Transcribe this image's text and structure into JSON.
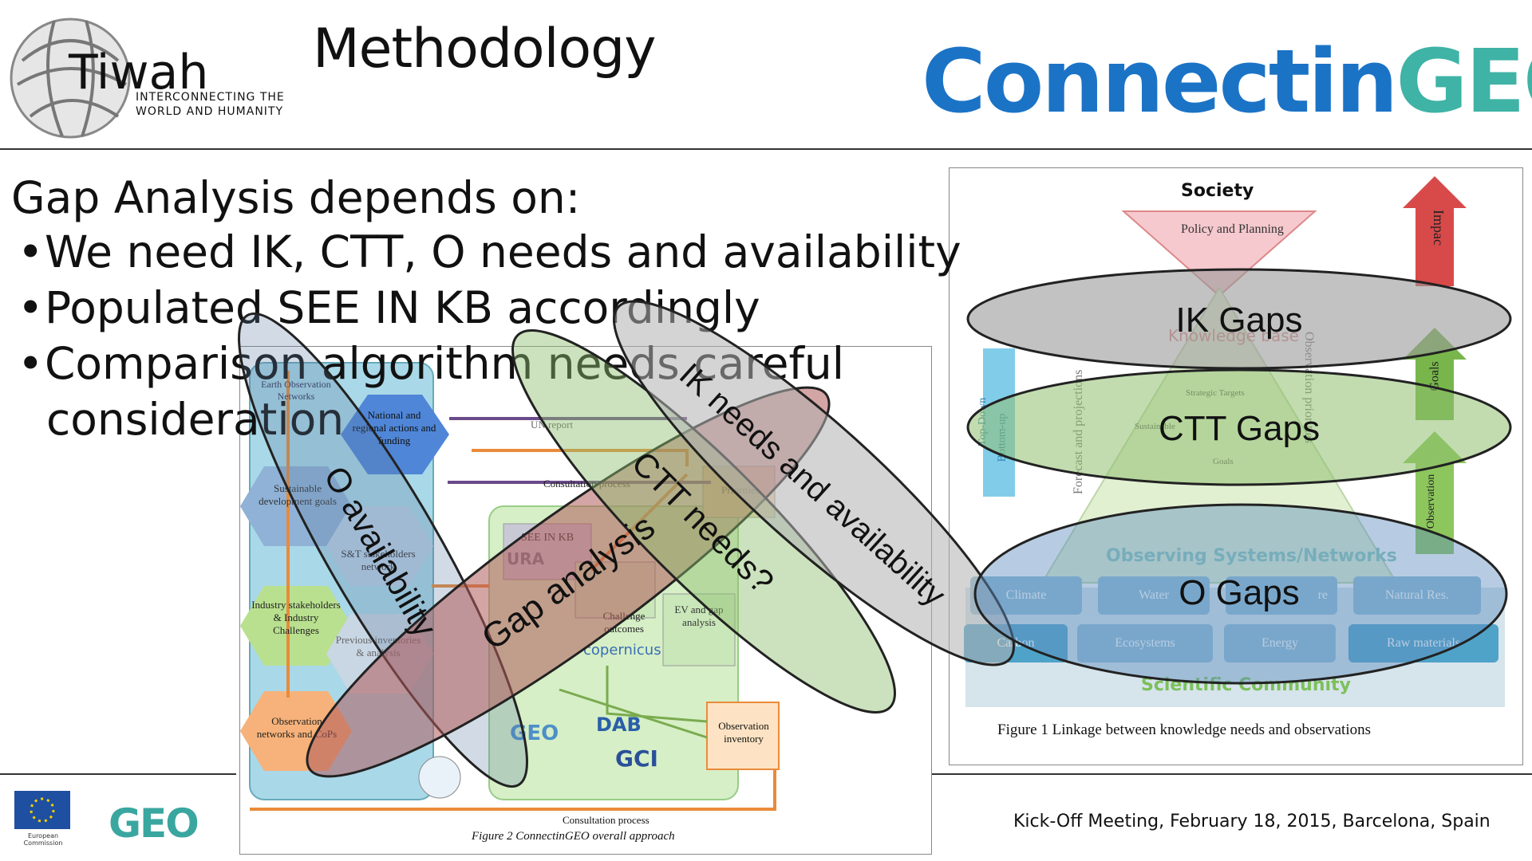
{
  "header": {
    "title": "Methodology",
    "tiwah": {
      "name": "Tiwah",
      "tagline_1": "INTERCONNECTING THE",
      "tagline_2": "WORLD AND HUMANITY"
    },
    "connectingeo": {
      "part1": "Connectin",
      "part2": "GEO"
    }
  },
  "body": {
    "lead": "Gap Analysis depends on:",
    "bullets": [
      "We need IK, CTT, O needs and availability",
      "Populated SEE IN KB accordingly",
      "Comparison algorithm needs careful",
      "consideration"
    ]
  },
  "fig2": {
    "caption": "Figure 2 ConnectinGEO overall approach",
    "boxes": {
      "earth_obs": "Earth Observation Networks",
      "national": "National and regional actions and funding",
      "un_report": "UN report",
      "consultation": "Consultation process",
      "sdg": "Sustainable development goals",
      "st_stakeholders": "S&T stakeholders network",
      "industry": "Industry stakeholders & Industry Challenges",
      "previous": "Previous inventories & analysis",
      "obs_networks": "Observation networks and CoPs",
      "see_in": "SEE IN KB",
      "challenge": "Challenge outcomes",
      "ev_gap": "EV and gap analysis",
      "priorities": "Priorities",
      "obs_inventory": "Observation inventory",
      "consult_bottom": "Consultation process",
      "copernicus": "copernicus",
      "dab": "DAB",
      "gci": "GCI",
      "geo": "GEO",
      "ura": "URA"
    }
  },
  "fig1": {
    "caption": "Figure 1  Linkage between knowledge needs and observations",
    "society": "Society",
    "policy": "Policy and Planning",
    "knowledge_base": "Knowledge base",
    "strategic_targets": "Strategic Targets",
    "sustainable": "Sustainable",
    "goals": "Goals",
    "top_down": "Top-Down",
    "bottom_up": "Bottom-up",
    "forecast": "Forecast and projections",
    "observation_priorities": "Observation priorities",
    "impact": "Impac",
    "goals_arrow": "Goals",
    "observation_arrow": "Observation",
    "observing_systems": "Observing Systems/Networks",
    "scientific_community": "Scientific Community",
    "cells": [
      "Climate",
      "Water",
      "re",
      "Natural Res.",
      "Carbon",
      "Ecosystems",
      "Energy",
      "Raw materials"
    ]
  },
  "overlays": {
    "ik_gaps": "IK Gaps",
    "ctt_gaps": "CTT Gaps",
    "o_gaps": "O Gaps",
    "o_availability": "O availability",
    "gap_analysis": "Gap analysis",
    "ctt_needs": "CTT needs?",
    "ik_needs": "IK needs and availability"
  },
  "footer": {
    "meeting": "Kick-Off Meeting, February 18, 2015, Barcelona, Spain",
    "ec_label": "European Commission",
    "geo_logo": "GEO"
  },
  "colors": {
    "connectin_blue": "#1b73c6",
    "geo_teal": "#3fb3a5",
    "ellipse_grey": "#9a9a9a",
    "ellipse_green": "#8fbf6f",
    "ellipse_blue": "#5f8fbf",
    "ellipse_red": "#b05b5b"
  }
}
